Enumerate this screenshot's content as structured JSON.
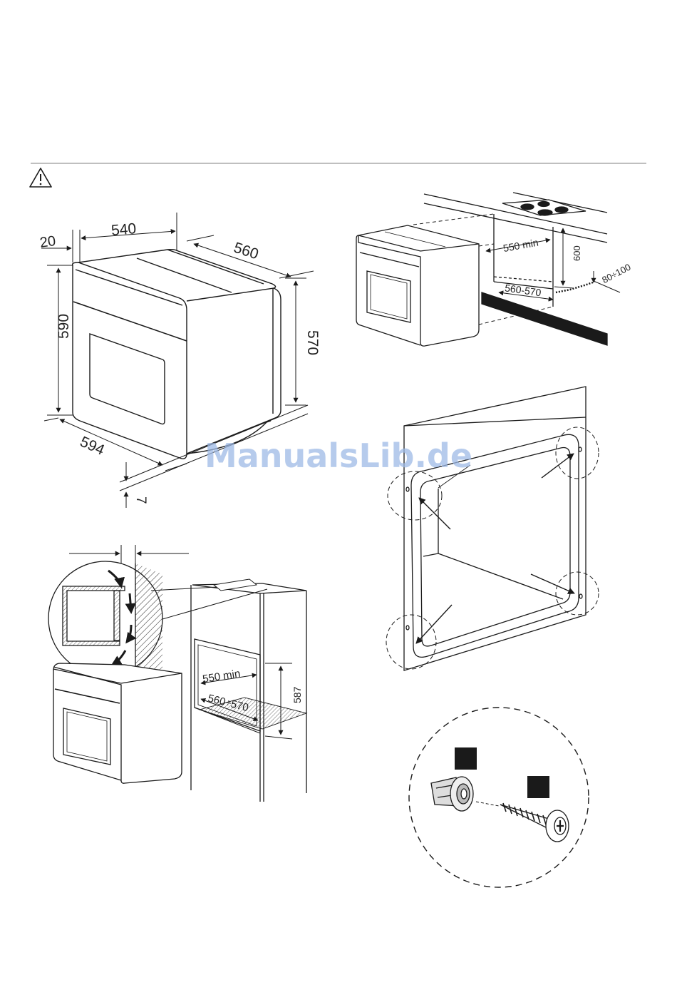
{
  "colors": {
    "line": "#1a1a1a",
    "watermark": "#9db9e6",
    "background": "#ffffff"
  },
  "warning": {
    "icon": "warning-triangle-icon"
  },
  "fig_oven_dimensions": {
    "dim_20": "20",
    "dim_540": "540",
    "dim_560": "560",
    "dim_590": "590",
    "dim_570": "570",
    "dim_594": "594",
    "dim_7": "7"
  },
  "fig_under_hob": {
    "dim_550_min": "550 min",
    "dim_600": "600",
    "dim_80_100": "80÷100",
    "dim_560_570": "560-570"
  },
  "fig_column": {
    "dim_550_min": "550 min",
    "dim_560_570": "560÷570",
    "dim_587": "587"
  },
  "watermark": {
    "text": "ManualsLib.de"
  }
}
